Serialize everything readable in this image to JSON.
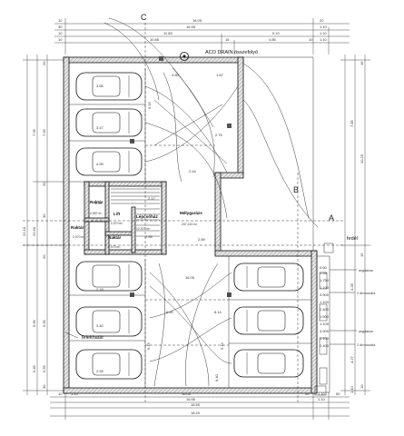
{
  "plan": {
    "top_note": "ACO DRAIN összefolyó",
    "section_marks": [
      "C",
      "B",
      "A"
    ],
    "rooms": {
      "storage_upper": {
        "name": "Raktár",
        "area": "2,987 m²"
      },
      "storage_left": {
        "name": "Raktár",
        "area": "2,070 m²"
      },
      "storage_mid": {
        "name": "Raktár",
        "area": "2,070 m²"
      },
      "lift": {
        "name": "Lift",
        "area": "2,070 m²"
      },
      "stair": {
        "name": "Lépcsőház",
        "area": "12,927 m²"
      },
      "garage": {
        "name": "Mélygarázs",
        "area": "247,143 m²"
      }
    },
    "side_notes": {
      "telekhatar": "telekhatár",
      "fedel": "fedél",
      "angolakna_1": "angolakna",
      "angolakna_2": "angolakna",
      "mosokut_1": "2 db mosókút",
      "mosokut_2": "2 db mosókút"
    },
    "top_dims": {
      "row1": [
        "10",
        "18.05",
        "20"
      ],
      "row2": [
        "30",
        "16.95",
        "1.10"
      ],
      "row3": [
        "10",
        "11.85",
        "5.10",
        "1.10"
      ],
      "row4": [
        "10",
        "10.85",
        "15",
        "4.85",
        "10",
        "1.10"
      ]
    },
    "bottom_dims": {
      "row1": [
        "10",
        "1.10",
        "16.05",
        "30",
        "1.10",
        "50"
      ],
      "row2": [
        "16.95",
        "1.10"
      ],
      "row3": [
        "18.55"
      ],
      "row4": [
        "18.20"
      ]
    },
    "left_dims": [
      "7.05",
      "7.95",
      "22.10",
      "22.50",
      "5.95",
      "5.95",
      "5.45",
      "5.55"
    ],
    "right_dims": [
      "10.25",
      "7.85",
      "4.28",
      "4.27",
      "1.10"
    ],
    "interior_dims": [
      "4.80",
      "1.87",
      "2.44",
      "3.47",
      "2.17",
      "2.89",
      "2.89",
      "2.75",
      "16.05",
      "5.15",
      "5.15",
      "6.40",
      "8.14",
      "8.40",
      "2.37",
      "3.65",
      "4.95",
      "6.16",
      "2.18",
      "3.40",
      "2.59",
      "0.60",
      "1.55",
      "1.750",
      "1.100",
      "3.900",
      "1.100",
      "2.400",
      "1.500",
      "1.100",
      "3.900",
      "1.100",
      "2.400"
    ],
    "level_marks": [
      "20",
      "20",
      "20",
      "30",
      "30",
      "15",
      "15",
      "10"
    ]
  }
}
